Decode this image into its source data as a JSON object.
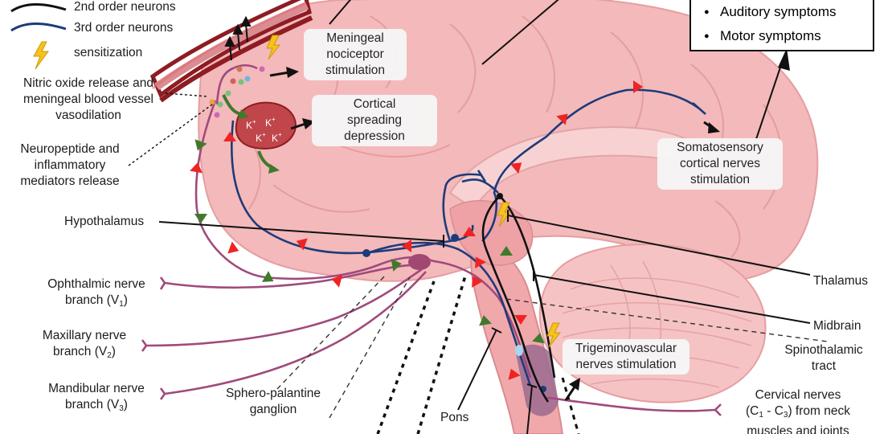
{
  "legend": {
    "second_order": "2nd order neurons",
    "third_order": "3rd order neurons",
    "sensitization": "sensitization"
  },
  "symptoms": [
    "Auditory symptoms",
    "Motor symptoms"
  ],
  "labels": {
    "no_release_1": "Nitric oxide release and",
    "no_release_2": "meningeal blood vessel",
    "no_release_3": "vasodilation",
    "neuropep_1": "Neuropeptide and",
    "neuropep_2": "inflammatory",
    "neuropep_3": "mediators release",
    "hypothalamus": "Hypothalamus",
    "ophthalmic_1": "Ophthalmic nerve",
    "ophthalmic_2": "branch (V",
    "ophthalmic_sub": "1",
    "maxillary_1": "Maxillary nerve",
    "maxillary_2": "branch (V",
    "maxillary_sub": "2",
    "mandibular_1": "Mandibular nerve",
    "mandibular_2": "branch (V",
    "mandibular_sub": "3",
    "sphero_1": "Sphero-palantine",
    "sphero_2": "ganglion",
    "pons": "Pons",
    "meningeal_1": "Meningeal",
    "meningeal_2": "nociceptor",
    "meningeal_3": "stimulation",
    "csd_1": "Cortical",
    "csd_2": "spreading",
    "csd_3": "depression",
    "somato_1": "Somatosensory",
    "somato_2": "cortical nerves",
    "somato_3": "stimulation",
    "thalamus": "Thalamus",
    "midbrain": "Midbrain",
    "spinothalamic_1": "Spinothalamic",
    "spinothalamic_2": "tract",
    "trigemino_1": "Trigeminovascular",
    "trigemino_2": "nerves stimulation",
    "cervical_1": "Cervical nerves",
    "cervical_2": "(C",
    "cervical_sub1": "1",
    "cervical_mid": " - C",
    "cervical_sub2": "3",
    "cervical_end": ") from neck",
    "cervical_3": "muscles and joints",
    "k_ion": "K",
    "k_charge": "+"
  },
  "colors": {
    "second_order": "#111111",
    "third_order": "#1d3b7a",
    "first_order": "#a04a7c",
    "arrow_red": "#ee2424",
    "arrow_green": "#3f7a2c",
    "brain": "#f4b9ba",
    "vessel": "#8e1c22",
    "lightning": "#f6c21b"
  }
}
